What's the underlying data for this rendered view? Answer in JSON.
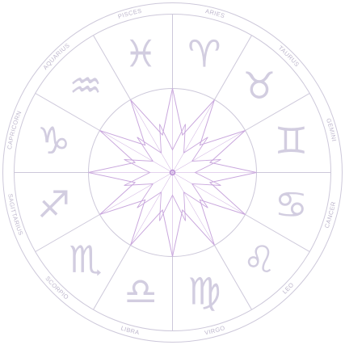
{
  "wheel": {
    "signs": [
      {
        "name": "ARIES",
        "symbol": "♈"
      },
      {
        "name": "TAURUS",
        "symbol": "♉"
      },
      {
        "name": "GEMINI",
        "symbol": "♊"
      },
      {
        "name": "CANCER",
        "symbol": "♋"
      },
      {
        "name": "LEO",
        "symbol": "♌"
      },
      {
        "name": "VIRGO",
        "symbol": "♍"
      },
      {
        "name": "LIBRA",
        "symbol": "♎"
      },
      {
        "name": "SCORPIO",
        "symbol": "♏"
      },
      {
        "name": "SAGITTARIUS",
        "symbol": "♐"
      },
      {
        "name": "CAPRICORN",
        "symbol": "♑"
      },
      {
        "name": "AQUARIUS",
        "symbol": "♒"
      },
      {
        "name": "PISCES",
        "symbol": "♓"
      }
    ],
    "colors": {
      "outline": "#cdc8da",
      "glyph": "#d2cde0",
      "label": "#bdb6cc",
      "star": "#c9a7dd",
      "center": "#b07fcf"
    }
  }
}
